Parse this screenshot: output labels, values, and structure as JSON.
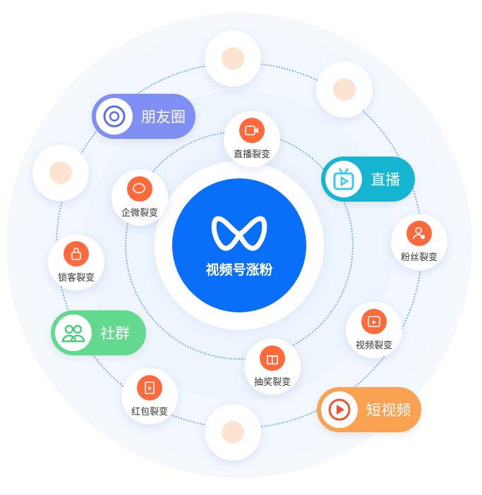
{
  "center": {
    "title": "视频号涨粉",
    "logo": "wechat-channels-logo",
    "color": "#0a6ff8"
  },
  "pills": [
    {
      "label": "朋友圈",
      "icon": "aperture-icon",
      "color": "#7f8ff3"
    },
    {
      "label": "直播",
      "icon": "tv-play-icon",
      "color": "#16b6d3"
    },
    {
      "label": "社群",
      "icon": "group-icon",
      "color": "#63d98f"
    },
    {
      "label": "短视频",
      "icon": "play-circle-icon",
      "color": "#f9a251"
    }
  ],
  "nodes": [
    {
      "label": "直播裂变",
      "icon": "video-camera-icon"
    },
    {
      "label": "企微裂变",
      "icon": "chat-icon"
    },
    {
      "label": "锁客裂变",
      "icon": "lock-icon"
    },
    {
      "label": "粉丝裂变",
      "icon": "user-heart-icon"
    },
    {
      "label": "视频裂变",
      "icon": "video-icon"
    },
    {
      "label": "抽奖裂变",
      "icon": "gift-icon"
    },
    {
      "label": "红包裂变",
      "icon": "red-packet-icon"
    }
  ],
  "accent": "#ff6a3d"
}
